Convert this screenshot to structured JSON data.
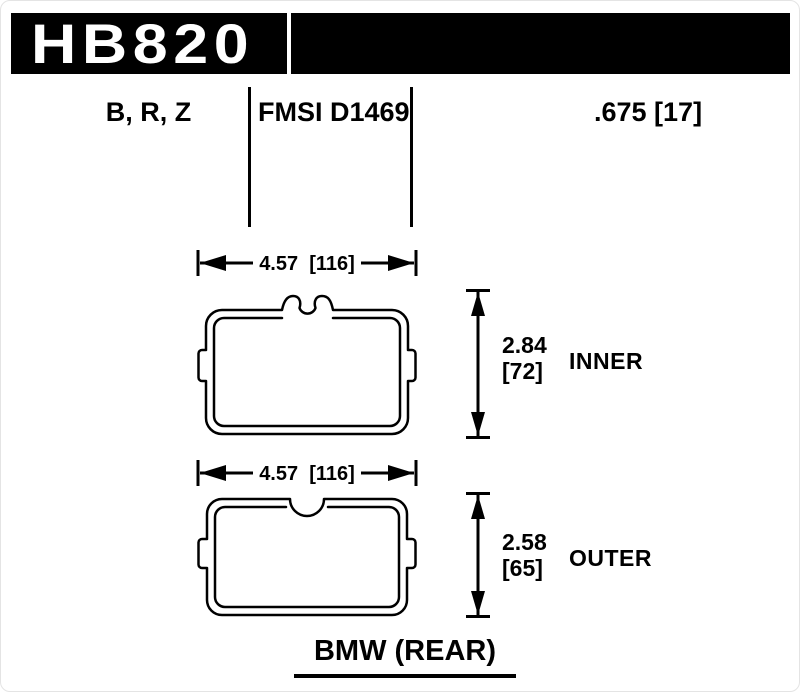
{
  "header": {
    "part_number": "HB820",
    "compounds": "B, R, Z",
    "fmsi": "FMSI D1469",
    "thickness": ".675 [17]"
  },
  "inner_pad": {
    "width_dim": "4.57  [116]",
    "height_in": "2.84",
    "height_mm": "[72]",
    "label": "INNER"
  },
  "outer_pad": {
    "width_dim": "4.57  [116]",
    "height_in": "2.58",
    "height_mm": "[65]",
    "label": "OUTER"
  },
  "footer": {
    "vehicle": "BMW (REAR)"
  },
  "colors": {
    "bar_bg": "#000000",
    "line": "#000000",
    "background": "#ffffff"
  }
}
